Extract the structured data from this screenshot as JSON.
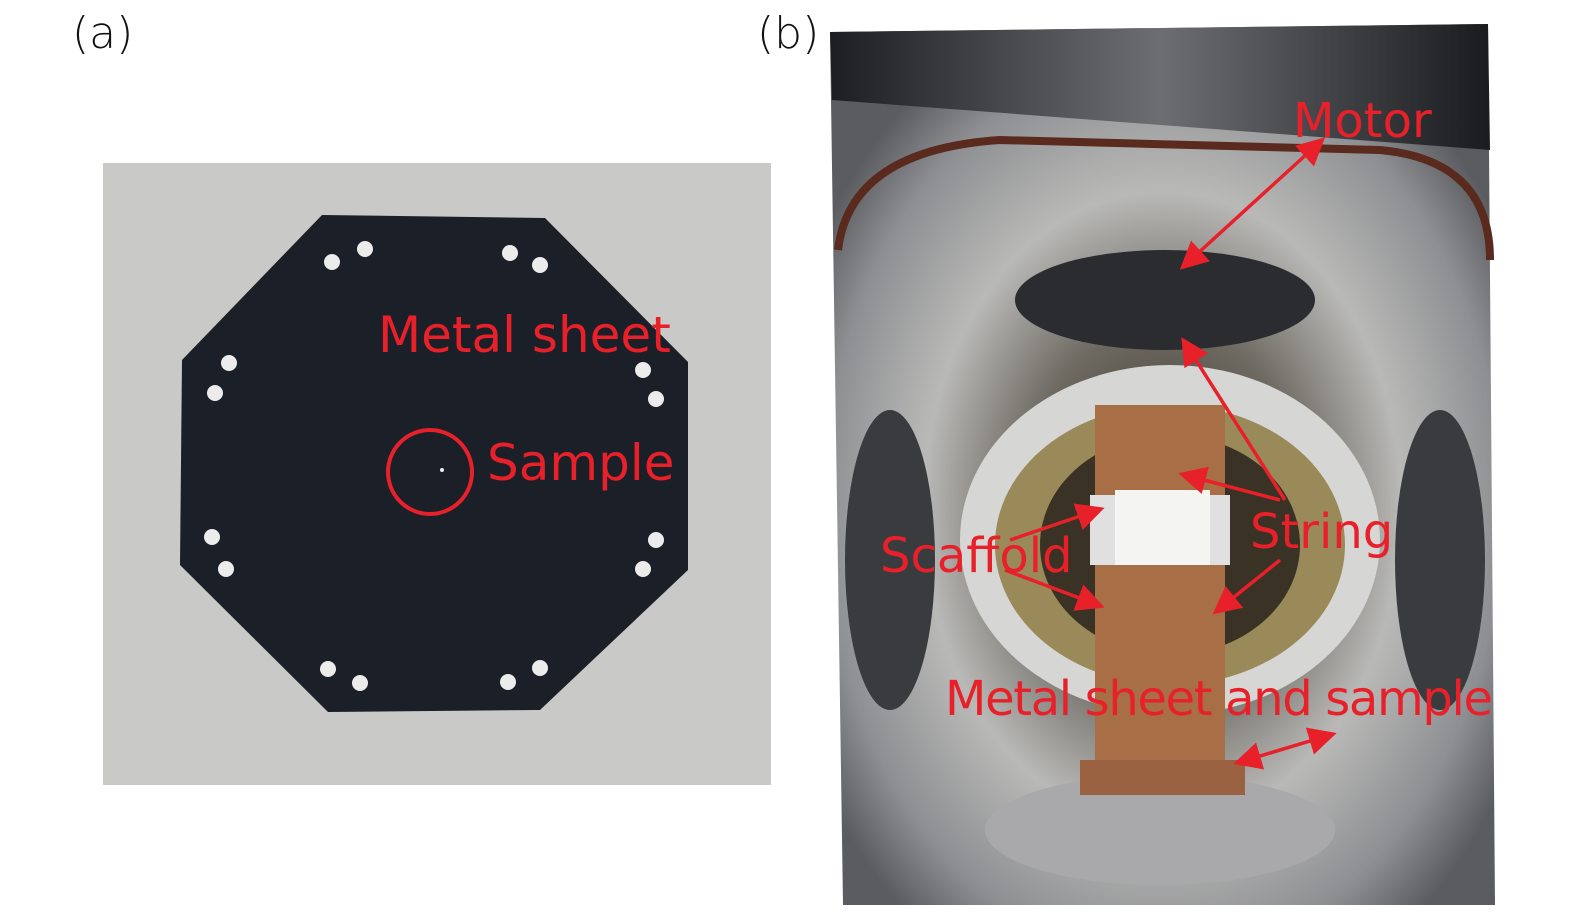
{
  "panels": [
    {
      "label": "(a)",
      "annotations": {
        "metal_sheet": "Metal sheet",
        "sample": "Sample"
      }
    },
    {
      "label": "(b)",
      "annotations": {
        "motor": "Motor",
        "string": "String",
        "scaffold": "Scaffold",
        "metal_sheet_sample": "Metal sheet and sample"
      }
    }
  ],
  "colors": {
    "annotation": "#e8202a",
    "sheet": "#1b1f27",
    "background_a": "#c9c9c7"
  }
}
